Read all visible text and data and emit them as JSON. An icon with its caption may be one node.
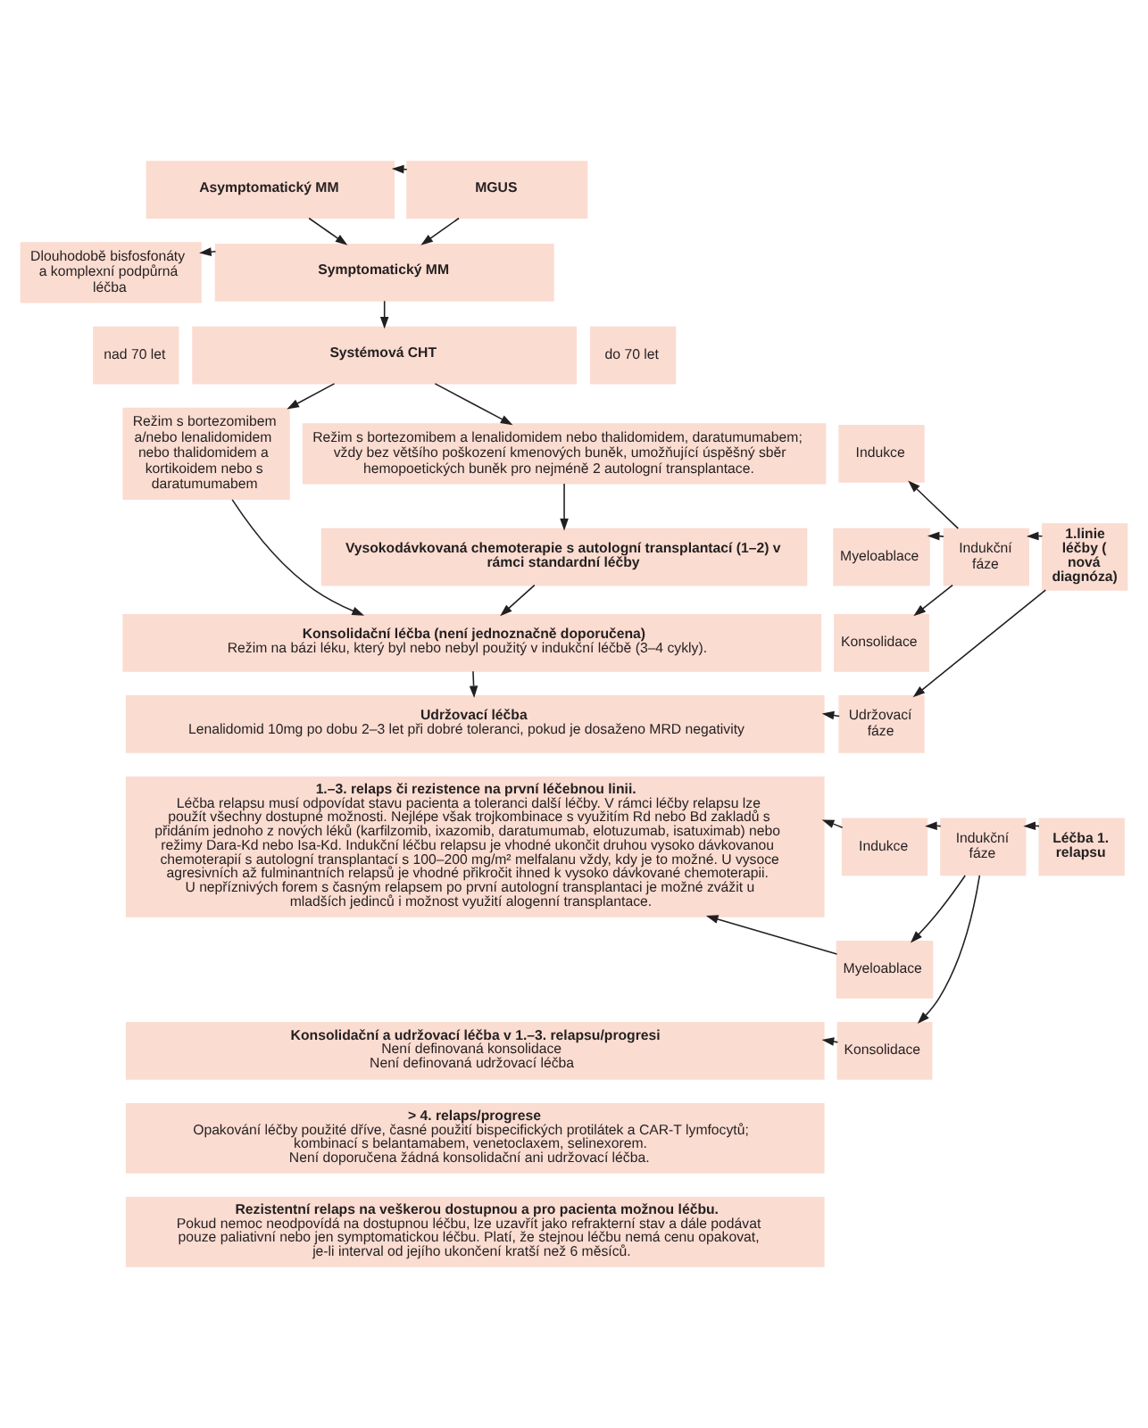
{
  "diagram": {
    "nodes": [
      {
        "text": [
          "Asymptomatický MM"
        ]
      },
      {
        "text": [
          "MGUS"
        ]
      },
      {
        "text": [
          "Symptomatický MM"
        ]
      },
      {
        "text": [
          "Dlouhodobě bisfosfonáty a komplexní podpůrná léčba"
        ]
      },
      {
        "text": [
          "nad 70 let"
        ]
      },
      {
        "text": [
          "Systémová CHT"
        ]
      },
      {
        "text": [
          "do 70 let"
        ]
      },
      {
        "text": [
          "Režim s bortezomibem a/nebo lenalidomidem nebo thalidomidem a kortikoidem nebo s daratumumabem"
        ]
      },
      {
        "text": [
          "Režim s bortezomibem a lenalidomidem nebo thalidomidem, daratumumabem; vždy bez většího poškození kmenových buněk, umožňující úspěšný sběr hemopoetických buněk pro nejméně 2 autologní transplantace."
        ]
      },
      {
        "text": [
          "Vysokodávkovaná chemoterapie s autologní transplantací (1–2) v rámci standardní léčby"
        ]
      },
      {
        "text": [
          "Konsolidační léčba (není jednoznačně doporučena)",
          "Režim na bázi léku, který byl nebo nebyl použitý v indukční léčbě (3–4 cykly)."
        ]
      },
      {
        "text": [
          "Udržovací léčba",
          "Lenalidomid 10mg po dobu 2–3 let při dobré toleranci, pokud je dosaženo MRD negativity"
        ]
      },
      {
        "text": [
          "1.linie léčby ( nová diagnóza)"
        ]
      },
      {
        "text": [
          "Indukční fáze"
        ]
      },
      {
        "text": [
          "Indukce"
        ]
      },
      {
        "text": [
          "Myeloablace"
        ]
      },
      {
        "text": [
          "Konsolidace"
        ]
      },
      {
        "text": [
          "Udržovací fáze"
        ]
      },
      {
        "text": [
          "1.–3. relaps či rezistence na první léčebnou linii.",
          "Léčba relapsu musí odpovídat stavu pacienta a toleranci další léčby. V rámci léčby relapsu lze použít všechny dostupné možnosti. Nejlépe však trojkombinace s využitím Rd nebo Bd zakladů s přidáním jednoho z nových léků (karfilzomib, ixazomib, daratumumab, elotuzumab, isatuximab) nebo režimy Dara-Kd nebo Isa-Kd. Indukční léčbu relapsu je vhodné ukončit druhou vysoko dávkovanou chemoterapií s autologní transplantací s 100–200 mg/m² melfalanu vždy, kdy je to možné. U vysoce agresivních až fulminantních relapsů je vhodné přikročit ihned k vysoko dávkované chemoterapii. U nepříznivých forem s časným relapsem po první autologní transplantaci je možné zvážit u mladších jedinců i možnost využití alogenní transplantace."
        ]
      },
      {
        "text": [
          "Konsolidační a udržovací léčba v 1.–3. relapsu/progresi",
          "Není definovaná konsolidace",
          "Není definovaná udržovací léčba"
        ]
      },
      {
        "text": [
          "> 4. relaps/progrese",
          "Opakování léčby použité dříve, časné použití bispecifických protilátek a CAR-T lymfocytů; kombinací s belantamabem, venetoclaxem, selinexorem.",
          "Není doporučena žádná konsolidační ani udržovací léčba."
        ]
      },
      {
        "text": [
          "Léčba 1. relapsu"
        ]
      },
      {
        "text": [
          "Indukční fáze"
        ]
      },
      {
        "text": [
          "Indukce"
        ]
      },
      {
        "text": [
          "Myeloablace"
        ]
      },
      {
        "text": [
          "Konsolidace"
        ]
      },
      {
        "text": [
          "Rezistentní relaps na veškerou dostupnou a pro pacienta možnou léčbu.",
          "Pokud nemoc neodpovídá na dostupnou léčbu, lze uzavřít jako refrakterní stav a dále podávat pouze paliativní nebo jen symptomatickou léčbu. Platí, že stejnou léčbu nemá cenu opakovat, je-li interval od jejího ukončení kratší než 6 měsíců."
        ]
      }
    ],
    "edges": [
      {
        "from": 1,
        "to": 0,
        "arrow": "to"
      },
      {
        "from": 0,
        "to": 2,
        "arrow": "to"
      },
      {
        "from": 1,
        "to": 2,
        "arrow": "to"
      },
      {
        "from": 2,
        "to": 3,
        "arrow": "to"
      },
      {
        "from": 2,
        "to": 5,
        "arrow": "to"
      },
      {
        "from": 5,
        "to": 7,
        "arrow": "to"
      },
      {
        "from": 5,
        "to": 8,
        "arrow": "to"
      },
      {
        "from": 8,
        "to": 9,
        "arrow": "to"
      },
      {
        "from": 7,
        "to": 10,
        "arrow": "to"
      },
      {
        "from": 9,
        "to": 10,
        "arrow": "to"
      },
      {
        "from": 10,
        "to": 11,
        "arrow": "to"
      },
      {
        "from": 12,
        "to": 13,
        "arrow": "to"
      },
      {
        "from": 12,
        "to": 17,
        "arrow": "to"
      },
      {
        "from": 13,
        "to": 14,
        "arrow": "to"
      },
      {
        "from": 13,
        "to": 15,
        "arrow": "to"
      },
      {
        "from": 13,
        "to": 16,
        "arrow": "to"
      },
      {
        "from": 17,
        "to": 11,
        "arrow": "to"
      },
      {
        "from": 21,
        "to": 22,
        "arrow": "to"
      },
      {
        "from": 22,
        "to": 23,
        "arrow": "to"
      },
      {
        "from": 22,
        "to": 24,
        "arrow": "to"
      },
      {
        "from": 22,
        "to": 25,
        "arrow": "to"
      },
      {
        "from": 23,
        "to": 18,
        "arrow": "to"
      },
      {
        "from": 24,
        "to": 18,
        "arrow": "to"
      },
      {
        "from": 25,
        "to": 19,
        "arrow": "to"
      }
    ]
  }
}
